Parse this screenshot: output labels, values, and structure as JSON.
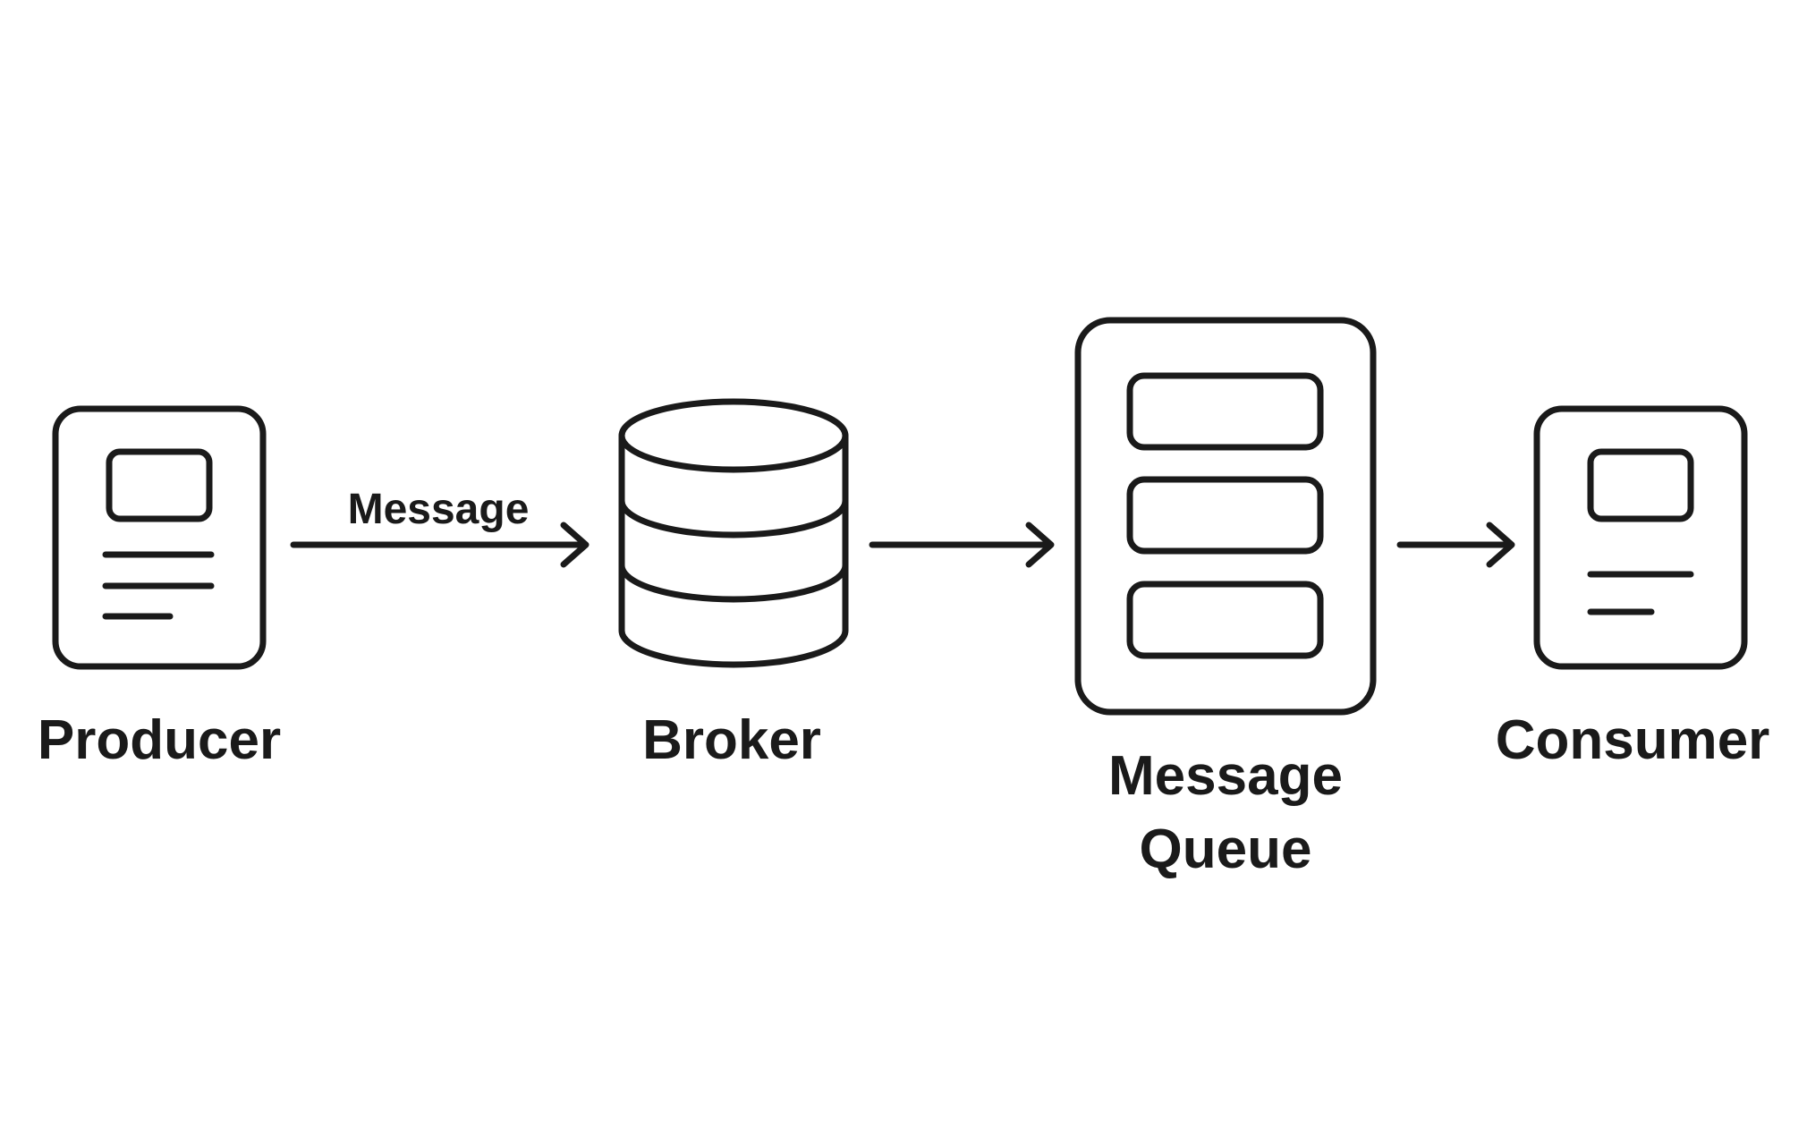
{
  "diagram": {
    "nodes": [
      {
        "id": "producer",
        "label": "Producer",
        "icon": "document-icon"
      },
      {
        "id": "broker",
        "label": "Broker",
        "icon": "database-icon"
      },
      {
        "id": "queue",
        "label_line1": "Message",
        "label_line2": "Queue",
        "icon": "queue-stack-icon"
      },
      {
        "id": "consumer",
        "label": "Consumer",
        "icon": "document-icon"
      }
    ],
    "edges": [
      {
        "from": "producer",
        "to": "broker",
        "label": "Message"
      },
      {
        "from": "broker",
        "to": "queue",
        "label": ""
      },
      {
        "from": "queue",
        "to": "consumer",
        "label": ""
      }
    ],
    "colors": {
      "stroke": "#1a1a1a",
      "background": "#ffffff"
    }
  }
}
